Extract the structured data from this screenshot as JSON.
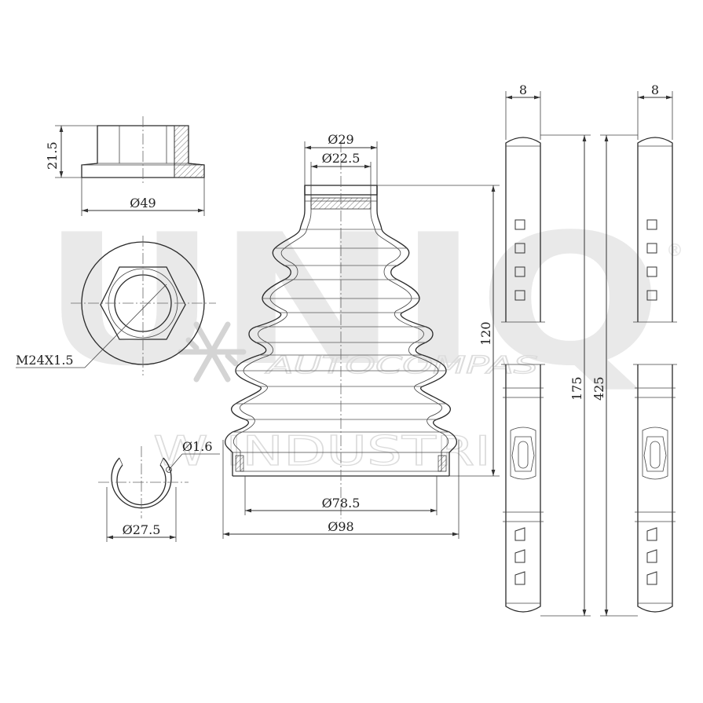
{
  "watermark": {
    "brand": "UNIQ",
    "registered": "®",
    "company": "AUTOCOMPAS",
    "subtitle": "W INDUSTRI"
  },
  "dimensions": {
    "nut_height": "21.5",
    "nut_diameter": "Ø49",
    "thread": "M24X1.5",
    "wire_diameter": "Ø1.6",
    "ring_diameter": "Ø27.5",
    "boot_top_outer": "Ø29",
    "boot_top_inner": "Ø22.5",
    "boot_bottom_inner": "Ø78.5",
    "boot_bottom_outer": "Ø98",
    "boot_height": "120",
    "clamp1_width": "8",
    "clamp2_width": "8",
    "clamp1_length": "175",
    "clamp2_length": "425"
  }
}
